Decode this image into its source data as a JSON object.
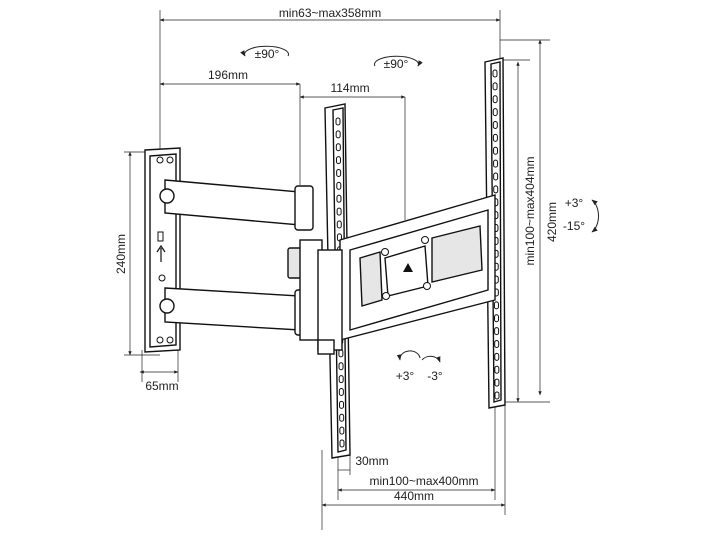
{
  "dimensions": {
    "top_width": "min63~max358mm",
    "arm_length": "196mm",
    "offset": "114mm",
    "wall_plate_height": "240mm",
    "wall_plate_depth": "65mm",
    "rail_edge": "30mm",
    "vesa_horizontal": "min100~max400mm",
    "total_width": "440mm",
    "vesa_vertical": "min100~max404mm",
    "total_height": "420mm"
  },
  "rotations": {
    "swivel_left": "±90°",
    "swivel_right": "±90°",
    "tilt_up": "+3°",
    "tilt_down": "-15°",
    "level_plus": "+3°",
    "level_minus": "-3°"
  }
}
